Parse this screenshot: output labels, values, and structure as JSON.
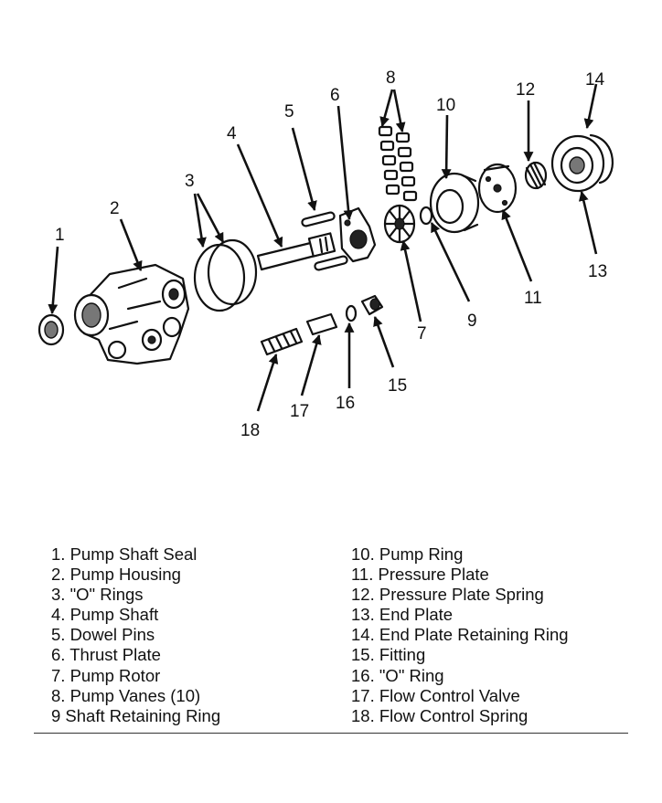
{
  "callouts": [
    "1",
    "2",
    "3",
    "4",
    "5",
    "6",
    "7",
    "8",
    "9",
    "10",
    "11",
    "12",
    "13",
    "14",
    "15",
    "16",
    "17",
    "18"
  ],
  "legend": {
    "left": [
      "1. Pump Shaft Seal",
      "2. Pump Housing",
      "3. \"O\" Rings",
      "4. Pump Shaft",
      "5. Dowel Pins",
      "6. Thrust Plate",
      "7. Pump Rotor",
      "8. Pump Vanes (10)",
      "9  Shaft Retaining Ring"
    ],
    "right": [
      "10. Pump Ring",
      "11. Pressure Plate",
      "12. Pressure Plate Spring",
      "13. End Plate",
      "14. End Plate Retaining Ring",
      "15. Fitting",
      "16. \"O\" Ring",
      "17. Flow Control Valve",
      "18. Flow Control Spring"
    ]
  }
}
